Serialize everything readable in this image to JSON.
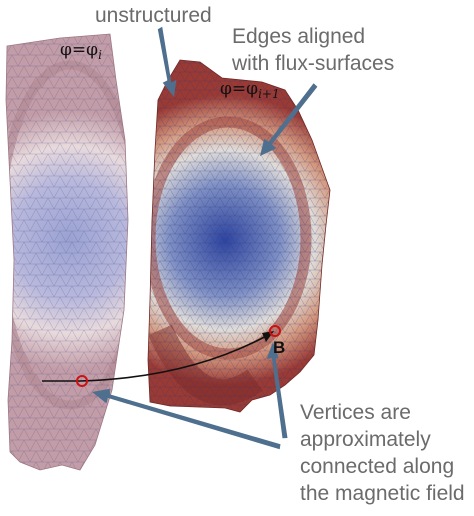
{
  "annotations": {
    "unstructured": "unstructured",
    "edges_aligned": [
      "Edges aligned",
      "with flux-surfaces"
    ],
    "vertices": [
      "Vertices are",
      "approximately",
      "connected along",
      "the magnetic field"
    ]
  },
  "labels": {
    "phi_left": {
      "main": "φ=φ",
      "sub": "i"
    },
    "phi_right": {
      "main": "φ=φ",
      "sub": "i+1"
    },
    "b_field": "B"
  },
  "colors": {
    "arrow": "#4f6f8f",
    "annotation_text": "#6b6b6b",
    "mesh_line": "#3c3a78",
    "vertex_marker": "#cc1111",
    "core_blue": "#2f4fa0",
    "edge_red": "#9a3a34",
    "left_plane_tint": "#c9a5ad"
  }
}
